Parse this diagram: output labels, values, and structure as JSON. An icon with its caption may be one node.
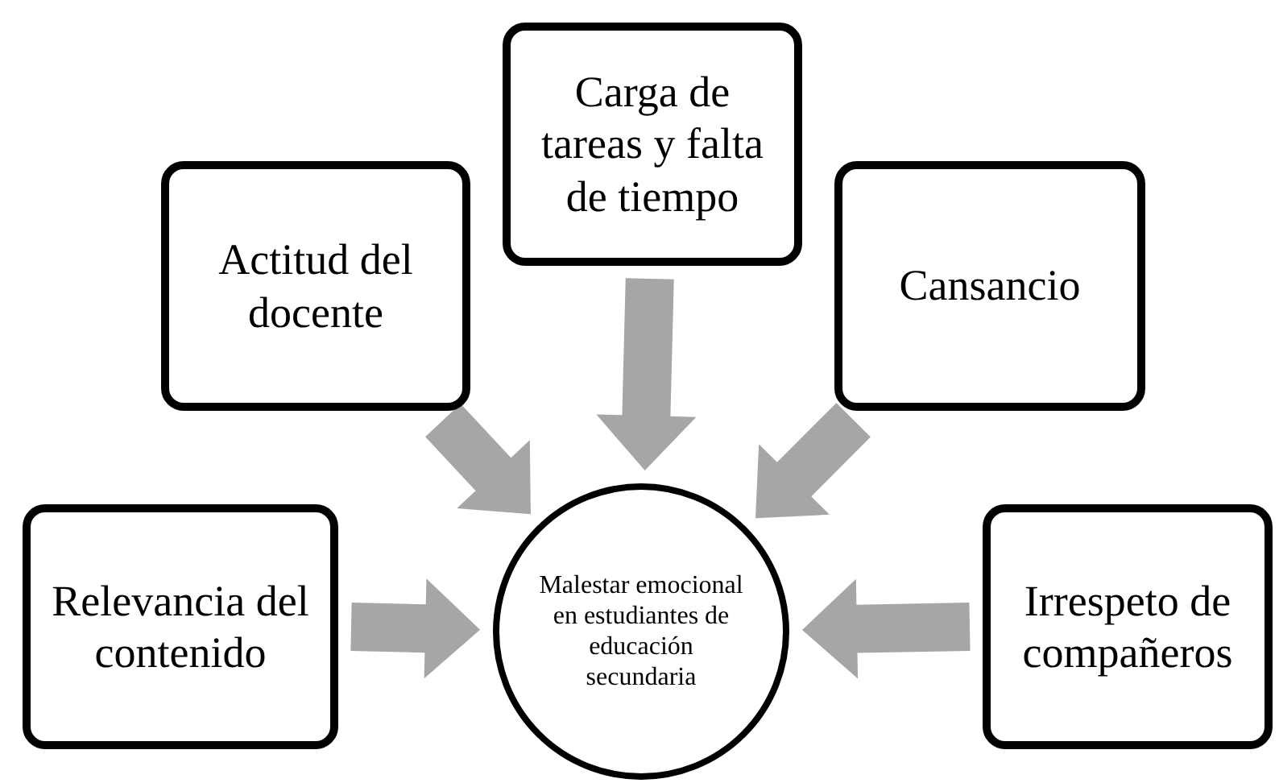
{
  "diagram": {
    "nodes": [
      {
        "text": [
          "Relevancia del contenido"
        ]
      },
      {
        "text": [
          "Actitud del docente"
        ]
      },
      {
        "text": [
          "Carga de tareas y falta de tiempo"
        ]
      },
      {
        "text": [
          "Cansancio"
        ]
      },
      {
        "text": [
          "Irrespeto de compañeros"
        ]
      },
      {
        "text": [
          "Malestar emocional en estudiantes de educación secundaria"
        ]
      }
    ],
    "edges": [
      {
        "from": 0,
        "to": 5,
        "arrow": "to"
      },
      {
        "from": 1,
        "to": 5,
        "arrow": "to"
      },
      {
        "from": 2,
        "to": 5,
        "arrow": "to"
      },
      {
        "from": 3,
        "to": 5,
        "arrow": "to"
      },
      {
        "from": 4,
        "to": 5,
        "arrow": "to"
      }
    ]
  }
}
